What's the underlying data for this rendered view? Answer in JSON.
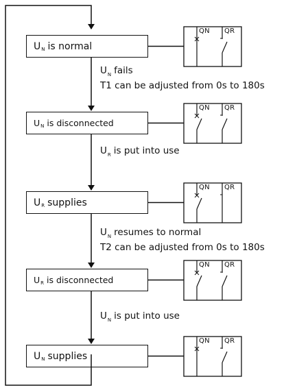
{
  "states": [
    {
      "sym": "U",
      "sub": "N",
      "text": "is normal",
      "qn": "closed",
      "qr": "open"
    },
    {
      "sym": "U",
      "sub": "N",
      "text": "is disconnected",
      "qn": "open",
      "qr": "open"
    },
    {
      "sym": "U",
      "sub": "R",
      "text": "supplies",
      "qn": "open",
      "qr": "closed"
    },
    {
      "sym": "U",
      "sub": "R",
      "text": "is disconnected",
      "qn": "open",
      "qr": "open"
    },
    {
      "sym": "U",
      "sub": "N",
      "text": "supplies",
      "qn": "closed",
      "qr": "open"
    }
  ],
  "transitions": [
    {
      "sym": "U",
      "sub": "N",
      "text": "fails",
      "line2": "T1 can be adjusted from 0s to 180s"
    },
    {
      "sym": "U",
      "sub": "R",
      "text": "is put into use",
      "line2": ""
    },
    {
      "sym": "U",
      "sub": "N",
      "text": "resumes to normal",
      "line2": "T2 can be adjusted from 0s to 180s"
    },
    {
      "sym": "U",
      "sub": "N",
      "text": "is put into use",
      "line2": ""
    }
  ],
  "switch_labels": {
    "qn": "QN",
    "qr": "QR"
  }
}
